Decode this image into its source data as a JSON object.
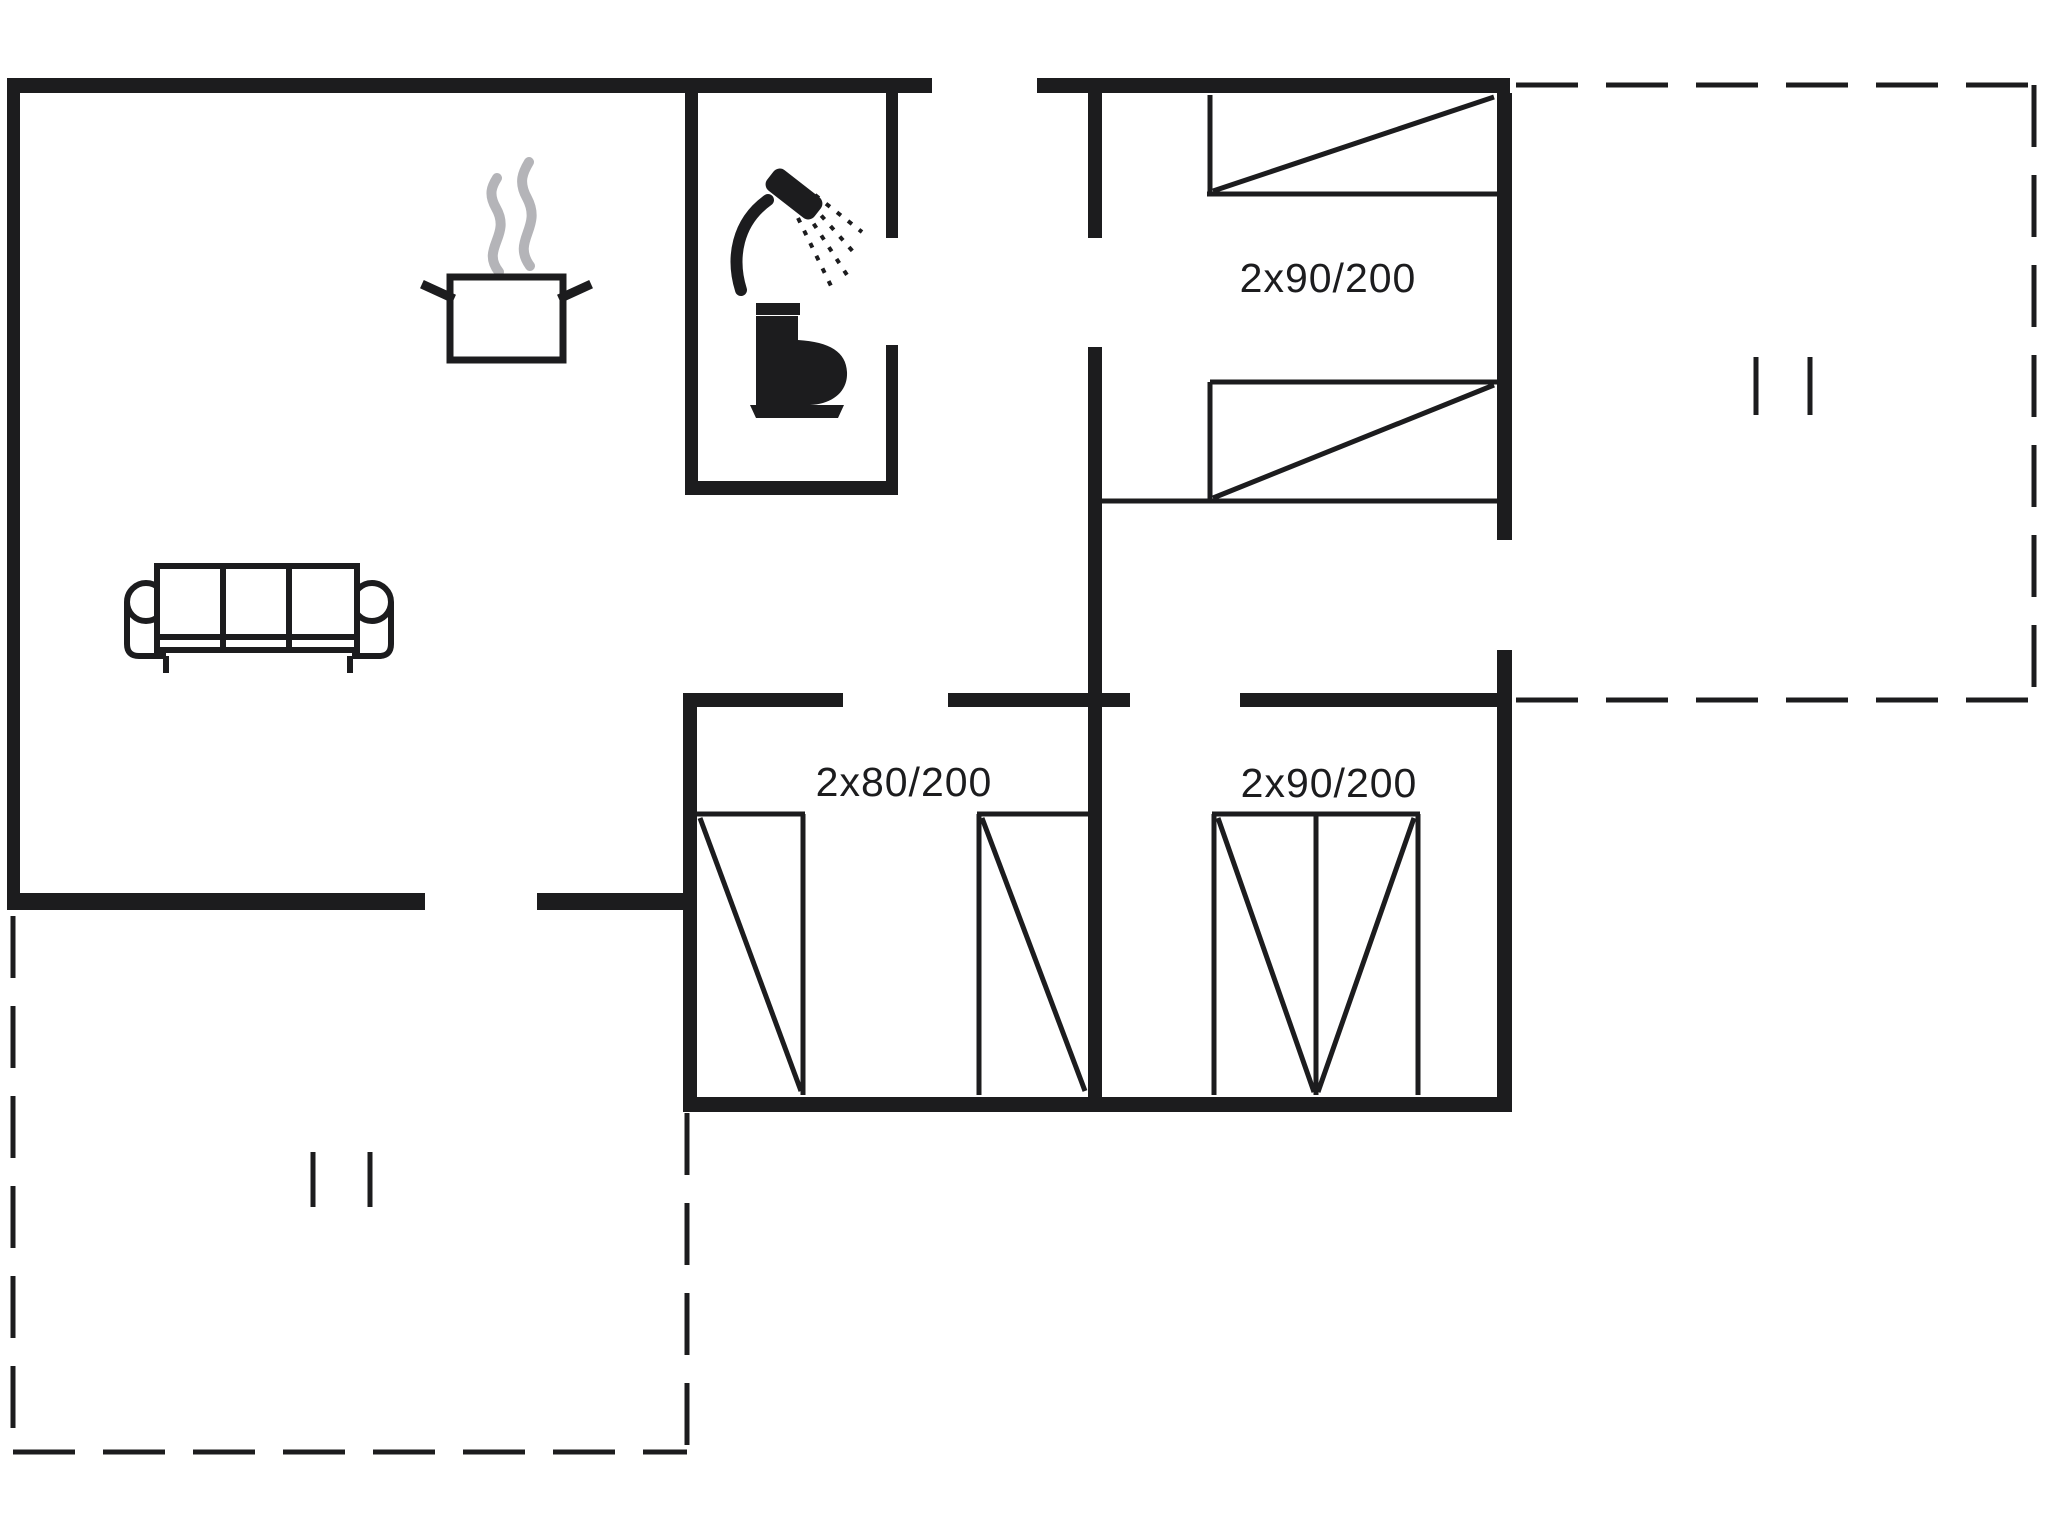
{
  "plan": {
    "type": "holiday-house-floor-plan",
    "background_color": "#ffffff",
    "line_color": "#1c1c1e",
    "steam_color": "#b4b4b8",
    "rooms": {
      "bedroom_top_right": {
        "bed_label": "2x90/200",
        "beds": "two single beds 90x200"
      },
      "bedroom_bottom_middle": {
        "bed_label": "2x80/200",
        "beds": "two single beds 80x200"
      },
      "bedroom_bottom_right": {
        "bed_label": "2x90/200",
        "beds": "double bed 2x 90x200"
      }
    },
    "icons": [
      "cooking-pot-icon",
      "steam-icon",
      "shower-icon",
      "toilet-icon",
      "sofa-icon",
      "terrace-marker-icon"
    ],
    "areas": {
      "terrace_right": "dashed outline terrace",
      "terrace_bottom_left": "dashed outline terrace"
    }
  }
}
